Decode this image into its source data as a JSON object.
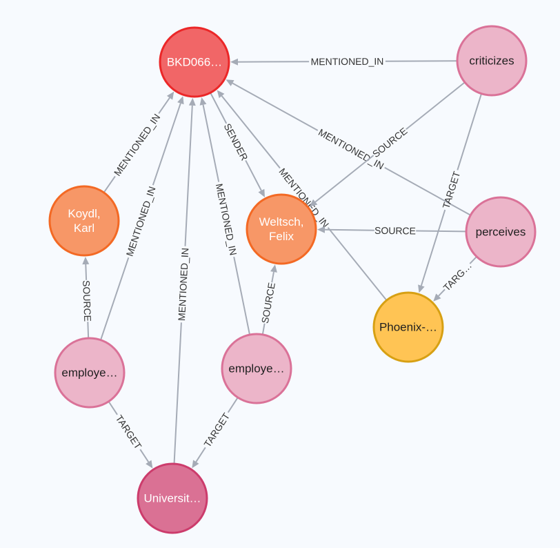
{
  "palette": {
    "letter": {
      "fill": "#f16667",
      "stroke": "#eb2728",
      "text": "#ffffff"
    },
    "person": {
      "fill": "#f79767",
      "stroke": "#f36924",
      "text": "#ffffff"
    },
    "relation": {
      "fill": "#ecb5c9",
      "stroke": "#da7298",
      "text": "#1f1f1f"
    },
    "place": {
      "fill": "#ffc454",
      "stroke": "#d7a013",
      "text": "#1f1f1f"
    },
    "org": {
      "fill": "#da7194",
      "stroke": "#cc3c6c",
      "text": "#ffffff"
    },
    "edge": "#a5abb6",
    "background": "#f7fafe"
  },
  "nodes": [
    {
      "id": "bkd",
      "name": "node-bkd066",
      "lines": [
        "BKD066…"
      ],
      "category": "letter"
    },
    {
      "id": "criticizes",
      "name": "node-criticizes",
      "lines": [
        "criticizes"
      ],
      "category": "relation"
    },
    {
      "id": "koydl",
      "name": "node-koydl-karl",
      "lines": [
        "Koydl,",
        "Karl"
      ],
      "category": "person"
    },
    {
      "id": "weltsch",
      "name": "node-weltsch-felix",
      "lines": [
        "Weltsch,",
        "Felix"
      ],
      "category": "person"
    },
    {
      "id": "perceives",
      "name": "node-perceives",
      "lines": [
        "perceives"
      ],
      "category": "relation"
    },
    {
      "id": "phoenix",
      "name": "node-phoenix",
      "lines": [
        "Phoenix-…"
      ],
      "category": "place"
    },
    {
      "id": "employ1",
      "name": "node-employee-left",
      "lines": [
        "employe…"
      ],
      "category": "relation"
    },
    {
      "id": "employ2",
      "name": "node-employee-middle",
      "lines": [
        "employe…"
      ],
      "category": "relation"
    },
    {
      "id": "univ",
      "name": "node-university",
      "lines": [
        "Universit…"
      ],
      "category": "org"
    }
  ],
  "edges": [
    {
      "from": "criticizes",
      "to": "bkd",
      "label": "MENTIONED_IN",
      "flip": false
    },
    {
      "from": "koydl",
      "to": "bkd",
      "label": "MENTIONED_IN",
      "flip": false
    },
    {
      "from": "bkd",
      "to": "weltsch",
      "label": "SENDER",
      "flip": false
    },
    {
      "from": "perceives",
      "to": "bkd",
      "label": "MENTIONED_IN",
      "flip": false
    },
    {
      "from": "phoenix",
      "to": "bkd",
      "label": "MENTIONED_IN",
      "flip": false
    },
    {
      "from": "criticizes",
      "to": "weltsch",
      "label": "SOURCE",
      "flip": false
    },
    {
      "from": "criticizes",
      "to": "phoenix",
      "label": "TARGET",
      "flip": false
    },
    {
      "from": "perceives",
      "to": "weltsch",
      "label": "SOURCE",
      "flip": false
    },
    {
      "from": "perceives",
      "to": "phoenix",
      "label": "TARG…",
      "flip": false
    },
    {
      "from": "employ1",
      "to": "koydl",
      "label": "SOURCE",
      "flip": false
    },
    {
      "from": "employ1",
      "to": "bkd",
      "label": "MENTIONED_IN",
      "flip": false
    },
    {
      "from": "employ1",
      "to": "univ",
      "label": "TARGET",
      "flip": false
    },
    {
      "from": "univ",
      "to": "bkd",
      "label": "MENTIONED_IN",
      "flip": false
    },
    {
      "from": "employ2",
      "to": "bkd",
      "label": "MENTIONED_IN",
      "flip": false
    },
    {
      "from": "employ2",
      "to": "weltsch",
      "label": "SOURCE",
      "flip": false
    },
    {
      "from": "employ2",
      "to": "univ",
      "label": "TARGET",
      "flip": false
    }
  ]
}
